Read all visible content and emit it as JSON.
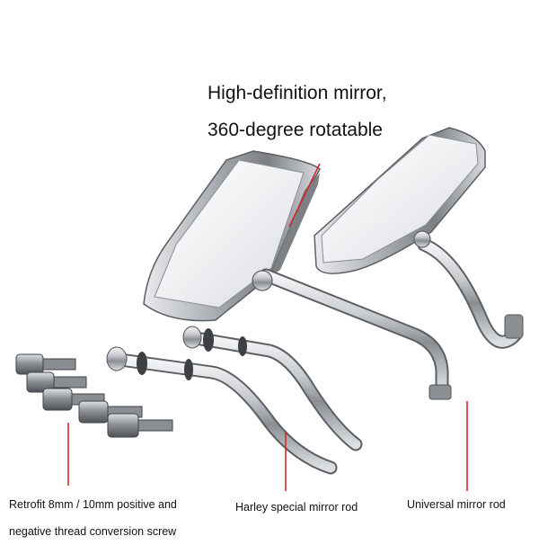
{
  "headline": {
    "line1": "High-definition mirror,",
    "line2": "360-degree rotatable"
  },
  "captions": {
    "screws_line1": "Retrofit 8mm / 10mm positive and",
    "screws_line2": "negative thread conversion screw",
    "harley_rod": "Harley special mirror rod",
    "universal_rod": "Universal mirror rod"
  },
  "colors": {
    "pointer": "#d12a2a",
    "chrome": "#b9bcc0",
    "chrome_dark": "#6e7277"
  }
}
